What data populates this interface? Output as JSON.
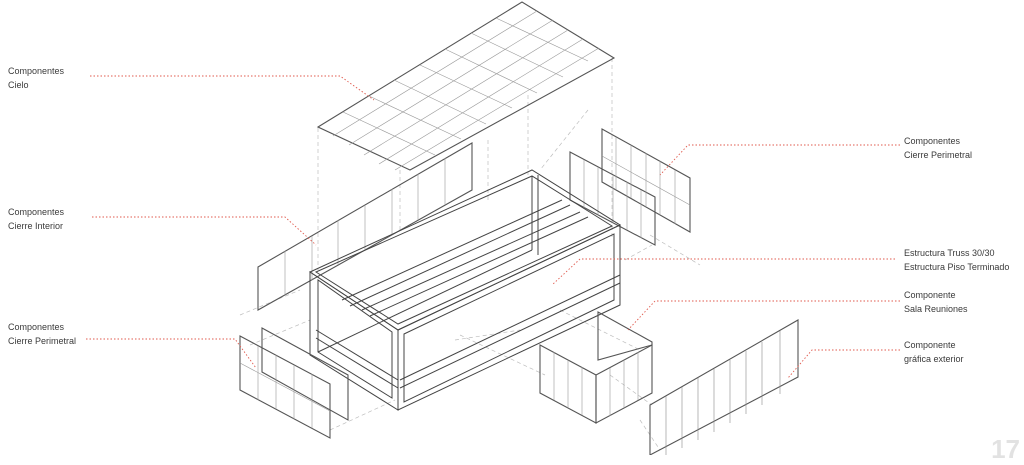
{
  "labels": {
    "cielo": {
      "line1": "Componentes",
      "line2": "Cielo"
    },
    "cierre_interior": {
      "line1": "Componentes",
      "line2": "Cierre Interior"
    },
    "cierre_perimetral_left": {
      "line1": "Componentes",
      "line2": "Cierre Perimetral"
    },
    "cierre_perimetral_right": {
      "line1": "Componentes",
      "line2": "Cierre Perimetral"
    },
    "estructura": {
      "line1": "Estructura Truss 30/30",
      "line2": "Estructura Piso Terminado"
    },
    "sala_reuniones": {
      "line1": "Componente",
      "line2": "Sala Reuniones"
    },
    "grafica_exterior": {
      "line1": "Componente",
      "line2": "gráfica exterior"
    }
  },
  "page_number": "17",
  "colors": {
    "leader": "#e05a4e",
    "stroke": "#444444",
    "guide": "#bbbbbb"
  }
}
